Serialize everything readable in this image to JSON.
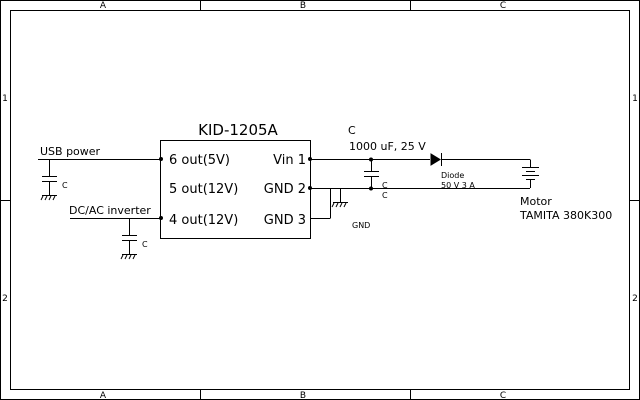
{
  "frame": {
    "col_labels_top": [
      "A",
      "B",
      "C"
    ],
    "col_labels_bottom": [
      "A",
      "B",
      "C"
    ],
    "row_labels_left": [
      "1",
      "2"
    ],
    "row_labels_right": [
      "1",
      "2"
    ]
  },
  "regulator": {
    "name": "KID-1205A",
    "pins_left": [
      "6 out(5V)",
      "5 out(12V)",
      "4 out(12V)"
    ],
    "pins_right": [
      "Vin 1",
      "GND 2",
      "GND 3"
    ]
  },
  "inputs": {
    "usb_label": "USB power",
    "usb_cap_label": "C",
    "dcac_label": "DC/AC inverter",
    "dcac_cap_label": "C"
  },
  "output": {
    "big_cap_name": "C",
    "big_cap_value": "1000 uF, 25 V",
    "small_cap_label_1": "C",
    "small_cap_label_2": "C",
    "gnd_label": "GND",
    "diode_name": "Diode",
    "diode_value": "50 V 3 A",
    "motor_name": "Motor",
    "motor_model": "TAMITA 380K300"
  }
}
